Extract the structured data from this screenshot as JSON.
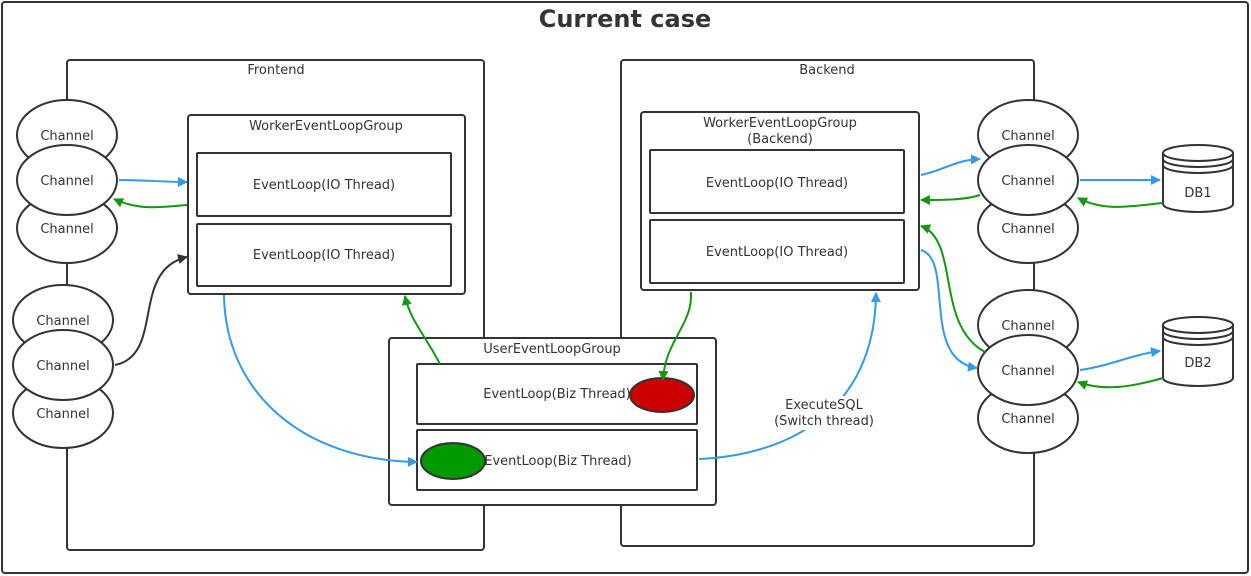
{
  "title": "Current case",
  "frontend": {
    "label": "Frontend",
    "worker_group": {
      "label": "WorkerEventLoopGroup",
      "loops": [
        "EventLoop(IO Thread)",
        "EventLoop(IO Thread)"
      ]
    },
    "channel_stacks": [
      [
        "Channel",
        "Channel",
        "Channel"
      ],
      [
        "Channel",
        "Channel",
        "Channel"
      ]
    ]
  },
  "backend": {
    "label": "Backend",
    "worker_group": {
      "label_line1": "WorkerEventLoopGroup",
      "label_line2": "(Backend)",
      "loops": [
        "EventLoop(IO Thread)",
        "EventLoop(IO Thread)"
      ]
    },
    "channel_stacks": [
      [
        "Channel",
        "Channel",
        "Channel"
      ],
      [
        "Channel",
        "Channel",
        "Channel"
      ]
    ],
    "databases": [
      "DB1",
      "DB2"
    ]
  },
  "user_group": {
    "label": "UserEventLoopGroup",
    "loops": [
      "EventLoop(Biz Thread)",
      "EventLoop(Biz Thread)"
    ]
  },
  "annotation": {
    "line1": "ExecuteSQL",
    "line2": "(Switch thread)"
  },
  "colors": {
    "request_arrow": "#3399ee",
    "response_arrow": "#119911",
    "connection_arrow": "#333333",
    "biz_thread_busy": "#cc0000",
    "biz_thread_active": "#009900"
  }
}
